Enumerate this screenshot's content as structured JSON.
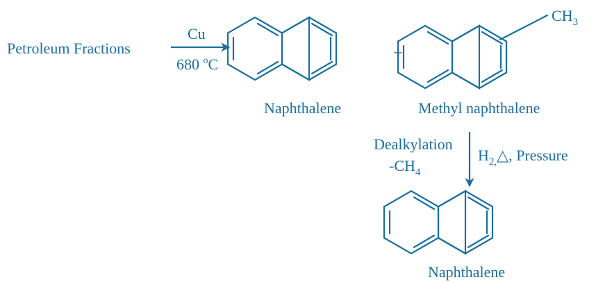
{
  "colors": {
    "ink": "#1a6fa0",
    "background": "#ffffff"
  },
  "reaction_1": {
    "reactant": "Petroleum Fractions",
    "reagent": "Cu",
    "condition_value": "680 ",
    "condition_degree": "o",
    "condition_unit": "C"
  },
  "products": {
    "plus": "+",
    "product_1_name": "Naphthalene",
    "substituent_base": "CH",
    "substituent_sub": "3",
    "product_2_name": "Methyl naphthalene"
  },
  "reaction_2": {
    "left_line_1": "Dealkylation",
    "left_line_2_base": "-CH",
    "left_line_2_sub": "4",
    "right_h": "H",
    "right_h_sub": "2,",
    "right_delta": "△",
    "right_pressure": ", Pressure"
  },
  "final_product": {
    "name": "Naphthalene"
  }
}
